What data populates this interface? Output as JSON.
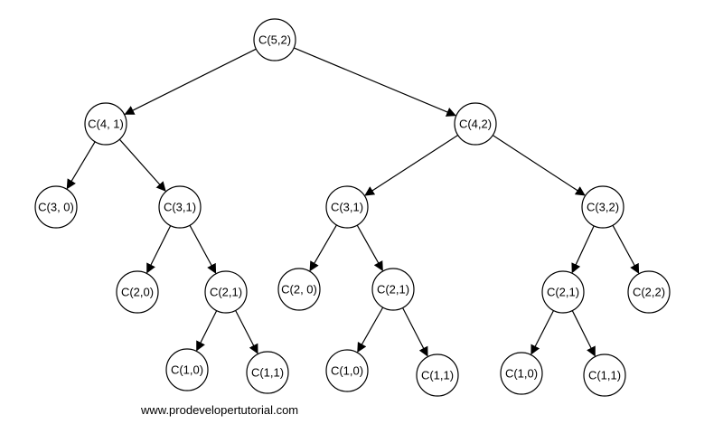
{
  "tree": {
    "nodes": [
      {
        "id": "n1",
        "label": "C(5,2)"
      },
      {
        "id": "n2",
        "label": "C(4, 1)"
      },
      {
        "id": "n3",
        "label": "C(4,2)"
      },
      {
        "id": "n4",
        "label": "C(3, 0)"
      },
      {
        "id": "n5",
        "label": "C(3,1)"
      },
      {
        "id": "n6",
        "label": "C(3,1)"
      },
      {
        "id": "n7",
        "label": "C(3,2)"
      },
      {
        "id": "n8",
        "label": "C(2,0)"
      },
      {
        "id": "n9",
        "label": "C(2,1)"
      },
      {
        "id": "n10",
        "label": "C(2, 0)"
      },
      {
        "id": "n11",
        "label": "C(2,1)"
      },
      {
        "id": "n12",
        "label": "C(2,1)"
      },
      {
        "id": "n13",
        "label": "C(2,2)"
      },
      {
        "id": "n14",
        "label": "C(1,0)"
      },
      {
        "id": "n15",
        "label": "C(1,1)"
      },
      {
        "id": "n16",
        "label": "C(1,0)"
      },
      {
        "id": "n17",
        "label": "C(1,1)"
      },
      {
        "id": "n18",
        "label": "C(1,0)"
      },
      {
        "id": "n19",
        "label": "C(1,1)"
      }
    ],
    "edges": [
      [
        "n1",
        "n2"
      ],
      [
        "n1",
        "n3"
      ],
      [
        "n2",
        "n4"
      ],
      [
        "n2",
        "n5"
      ],
      [
        "n3",
        "n6"
      ],
      [
        "n3",
        "n7"
      ],
      [
        "n5",
        "n8"
      ],
      [
        "n5",
        "n9"
      ],
      [
        "n6",
        "n10"
      ],
      [
        "n6",
        "n11"
      ],
      [
        "n7",
        "n12"
      ],
      [
        "n7",
        "n13"
      ],
      [
        "n9",
        "n14"
      ],
      [
        "n9",
        "n15"
      ],
      [
        "n11",
        "n16"
      ],
      [
        "n11",
        "n17"
      ],
      [
        "n12",
        "n18"
      ],
      [
        "n12",
        "n19"
      ]
    ]
  },
  "footer": {
    "watermark": "www.prodevelopertutorial.com"
  }
}
